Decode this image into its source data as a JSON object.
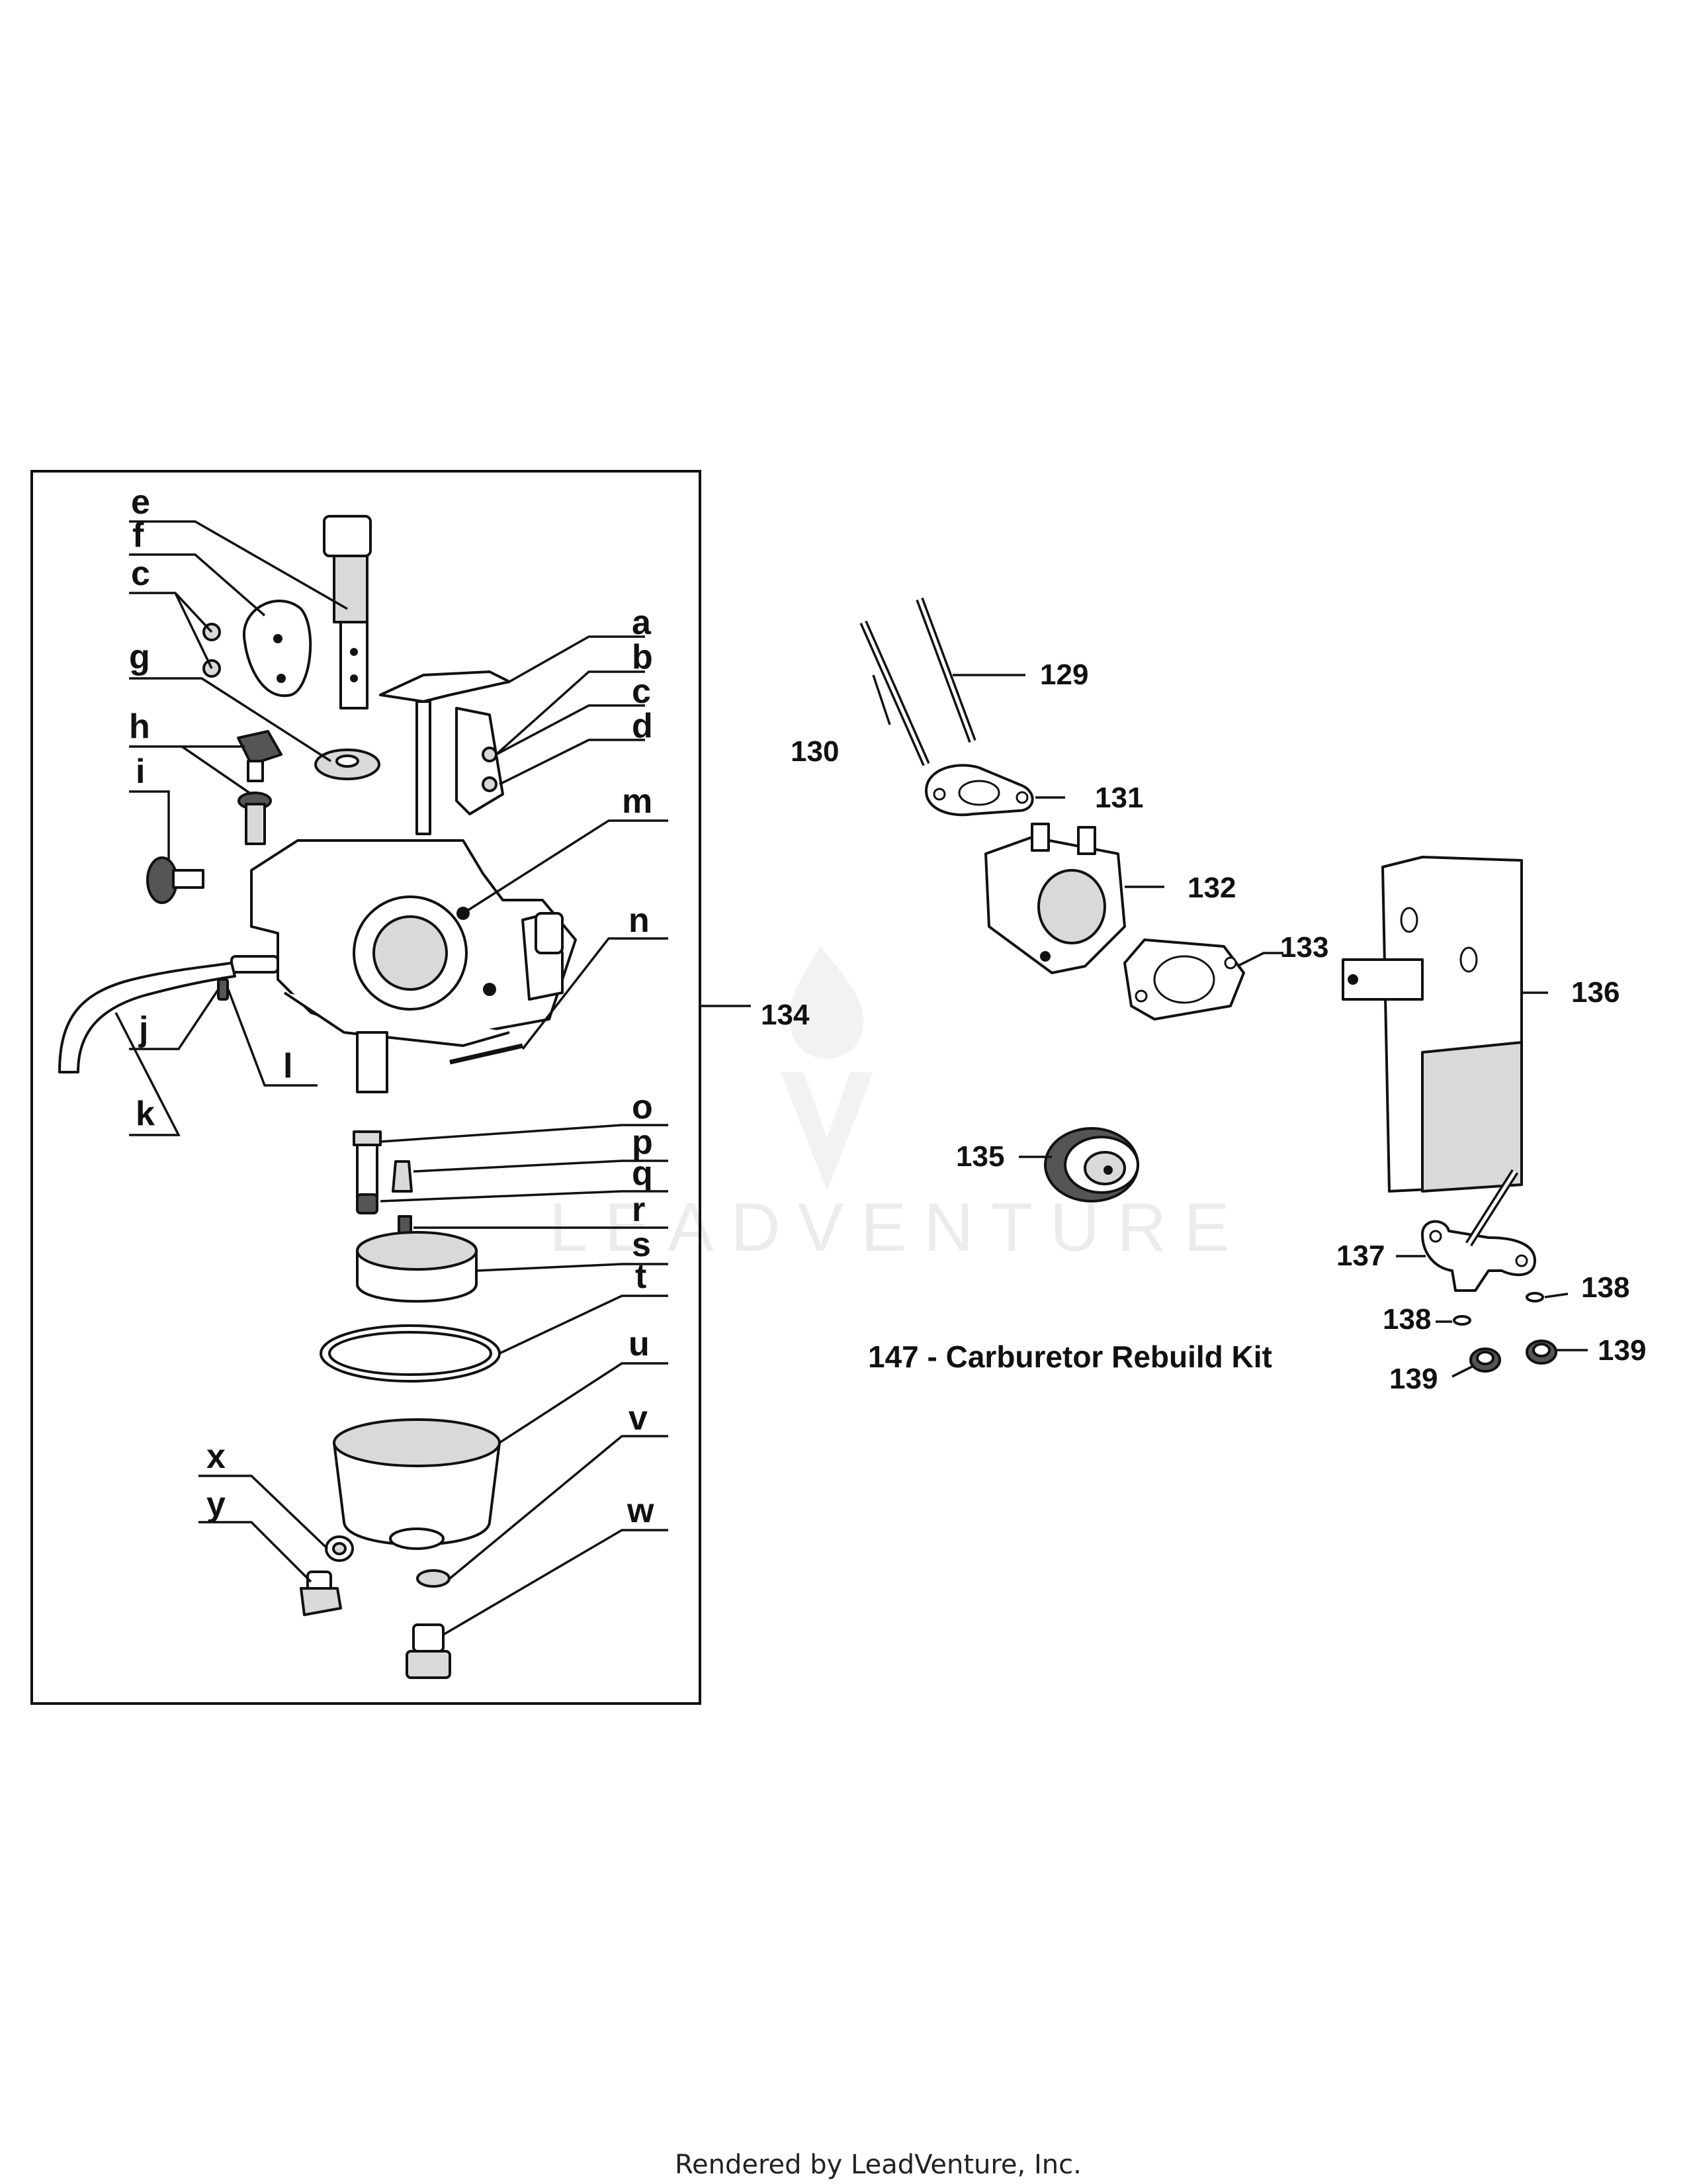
{
  "diagram": {
    "callouts_letters": [
      "a",
      "b",
      "c",
      "d",
      "e",
      "f",
      "c",
      "g",
      "h",
      "i",
      "j",
      "k",
      "l",
      "m",
      "n",
      "o",
      "p",
      "q",
      "r",
      "s",
      "t",
      "u",
      "v",
      "w",
      "x",
      "y"
    ],
    "callouts_numbers": [
      "129",
      "130",
      "131",
      "132",
      "133",
      "134",
      "135",
      "136",
      "137",
      "138",
      "138",
      "139",
      "139"
    ],
    "kit_label": "147 - Carburetor Rebuild Kit",
    "watermark": "LEADVENTURE",
    "footer": "Rendered by LeadVenture, Inc."
  }
}
